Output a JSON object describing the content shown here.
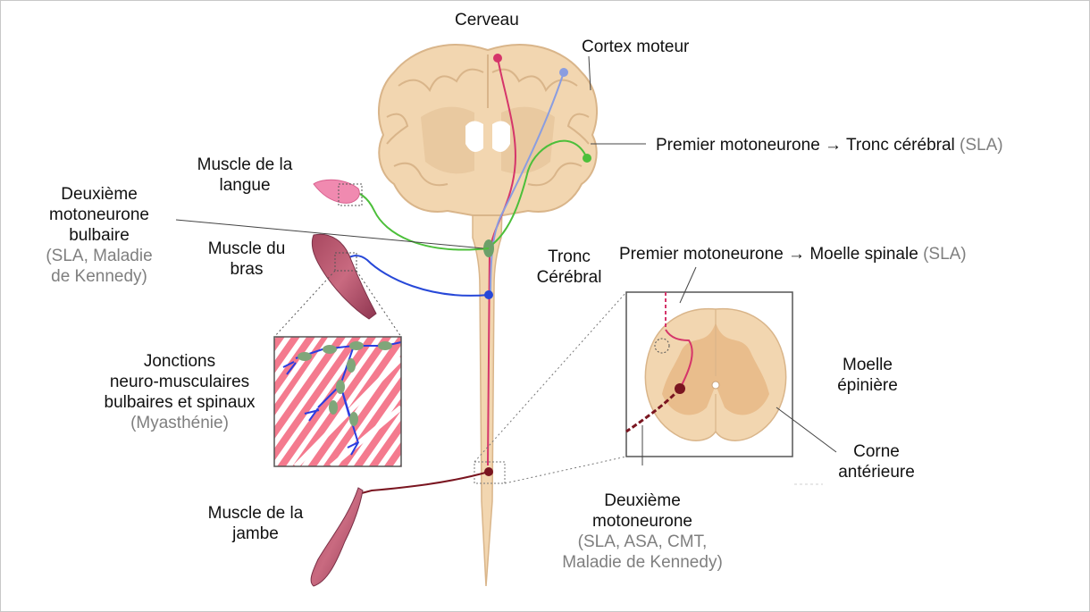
{
  "labels": {
    "cerveau": "Cerveau",
    "cortex_moteur": "Cortex moteur",
    "premier_mn_tronc": "Premier motoneurone → Tronc cérébral",
    "premier_mn_tronc_note": "(SLA)",
    "muscle_langue_1": "Muscle de la",
    "muscle_langue_2": "langue",
    "deuxieme_bulbaire_1": "Deuxième",
    "deuxieme_bulbaire_2": "motoneurone",
    "deuxieme_bulbaire_3": "bulbaire",
    "deuxieme_bulbaire_note_1": "(SLA, Maladie",
    "deuxieme_bulbaire_note_2": "de Kennedy)",
    "muscle_bras_1": "Muscle du",
    "muscle_bras_2": "bras",
    "tronc_1": "Tronc",
    "tronc_2": "Cérébral",
    "premier_mn_moelle": "Premier motoneurone → Moelle spinale",
    "premier_mn_moelle_note": "(SLA)",
    "jonctions_1": "Jonctions",
    "jonctions_2": "neuro-musculaires",
    "jonctions_3": "bulbaires et spinaux",
    "jonctions_note": "(Myasthénie)",
    "moelle_1": "Moelle",
    "moelle_2": "épinière",
    "corne_1": "Corne",
    "corne_2": "antérieure",
    "muscle_jambe_1": "Muscle de la",
    "muscle_jambe_2": "jambe",
    "deuxieme_mn_1": "Deuxième",
    "deuxieme_mn_2": "motoneurone",
    "deuxieme_mn_note_1": "(SLA, ASA, CMT,",
    "deuxieme_mn_note_2": "Maladie de Kennedy)"
  },
  "colors": {
    "brain": "#f2d6b0",
    "brain_outline": "#d9b58a",
    "gray_matter": "#e7bf90",
    "ventricle": "#ffffff",
    "upper_motor_neuron": "#d5356a",
    "upper_motor_neuron_2": "#8a9de0",
    "bulbar_motor_neuron": "#4cbf3a",
    "arm_motor_neuron": "#2748d8",
    "leg_motor_neuron": "#7a1520",
    "muscle": "#b85068",
    "tongue": "#f08ab0",
    "nmj_green": "#7fa67a",
    "note_text": "#7f7f7f"
  }
}
